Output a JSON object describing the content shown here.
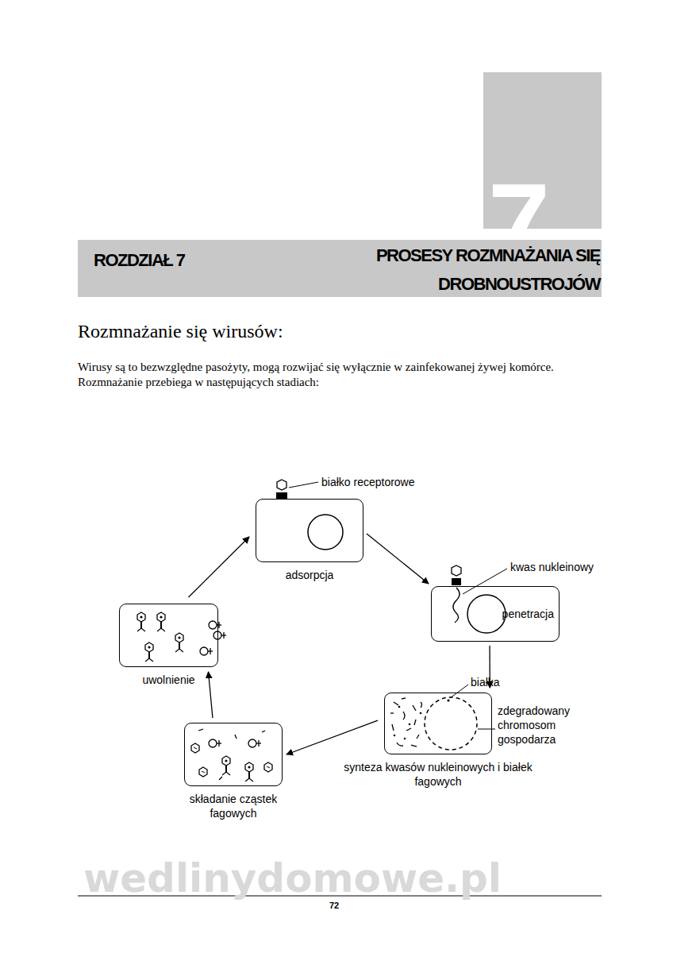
{
  "diagram": {
    "title": "Rozmnażanie się wirusów:",
    "nodes": [
      {
        "text": [
          "7"
        ]
      },
      {
        "text": [
          "ROZDZIAŁ 7",
          "PROSESY ROZMNAŻANIA SIĘ DROBNOUSTROJÓW"
        ]
      },
      {
        "text": [
          "adsorpcja"
        ]
      },
      {
        "text": [
          "penetracja"
        ]
      },
      {
        "text": [
          "synteza kwasów nukleinowych i białek fagowych"
        ]
      },
      {
        "text": [
          "składanie cząstek fagowych"
        ]
      },
      {
        "text": [
          "uwolnienie"
        ]
      }
    ],
    "edges": [
      {
        "from": 2,
        "to": 3,
        "arrow": "to"
      },
      {
        "from": 3,
        "to": 4,
        "arrow": "to"
      },
      {
        "from": 4,
        "to": 5,
        "arrow": "to"
      },
      {
        "from": 5,
        "to": 6,
        "arrow": "to"
      },
      {
        "from": 6,
        "to": 2,
        "arrow": "to"
      }
    ],
    "labels": [
      "Wirusy są to bezwzględne pasożyty, mogą rozwijać się wyłącznie w zainfekowanej żywej komórce.",
      "Rozmnażanie przebiega w następujących stadiach:",
      "białko receptorowe",
      "kwas nukleinowy",
      "białka",
      "zdegradowany chromosom gospodarza",
      "72",
      "wedlinydomowe.pl"
    ]
  }
}
